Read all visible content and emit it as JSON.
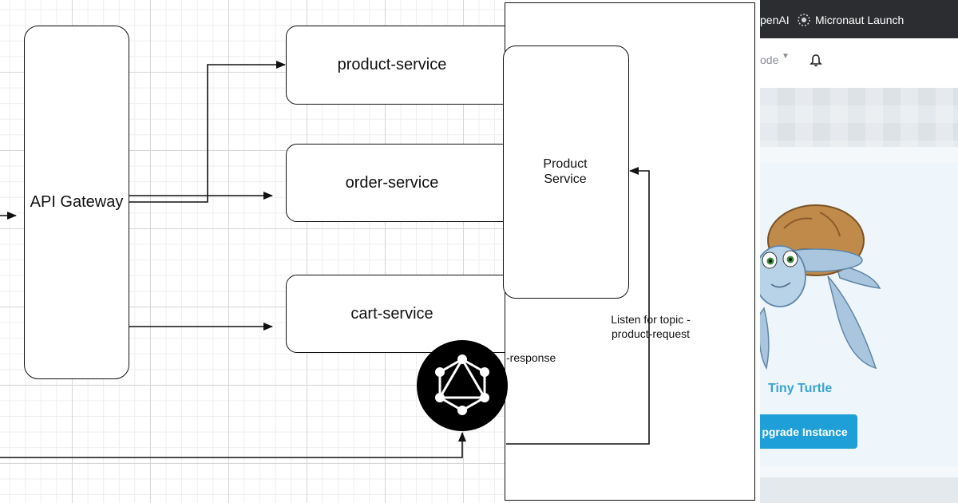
{
  "diagram": {
    "gateway_label": "API Gateway",
    "services": [
      {
        "label": "product-service"
      },
      {
        "label": "order-service"
      },
      {
        "label": "cart-service"
      }
    ]
  },
  "middle": {
    "product_service_label": "Product\nService",
    "listen_label": "Listen for topic -\nproduct-request",
    "response_label": "-response"
  },
  "right_panel": {
    "tabs": [
      {
        "label": "penAI"
      },
      {
        "label": "Micronaut Launch"
      }
    ],
    "mode_label": "ode",
    "card_title": "Tiny Turtle",
    "upgrade_label": "pgrade Instance",
    "colors": {
      "topbar": "#2b2d30",
      "accent": "#1e9fd8",
      "title": "#39a3d6"
    }
  }
}
